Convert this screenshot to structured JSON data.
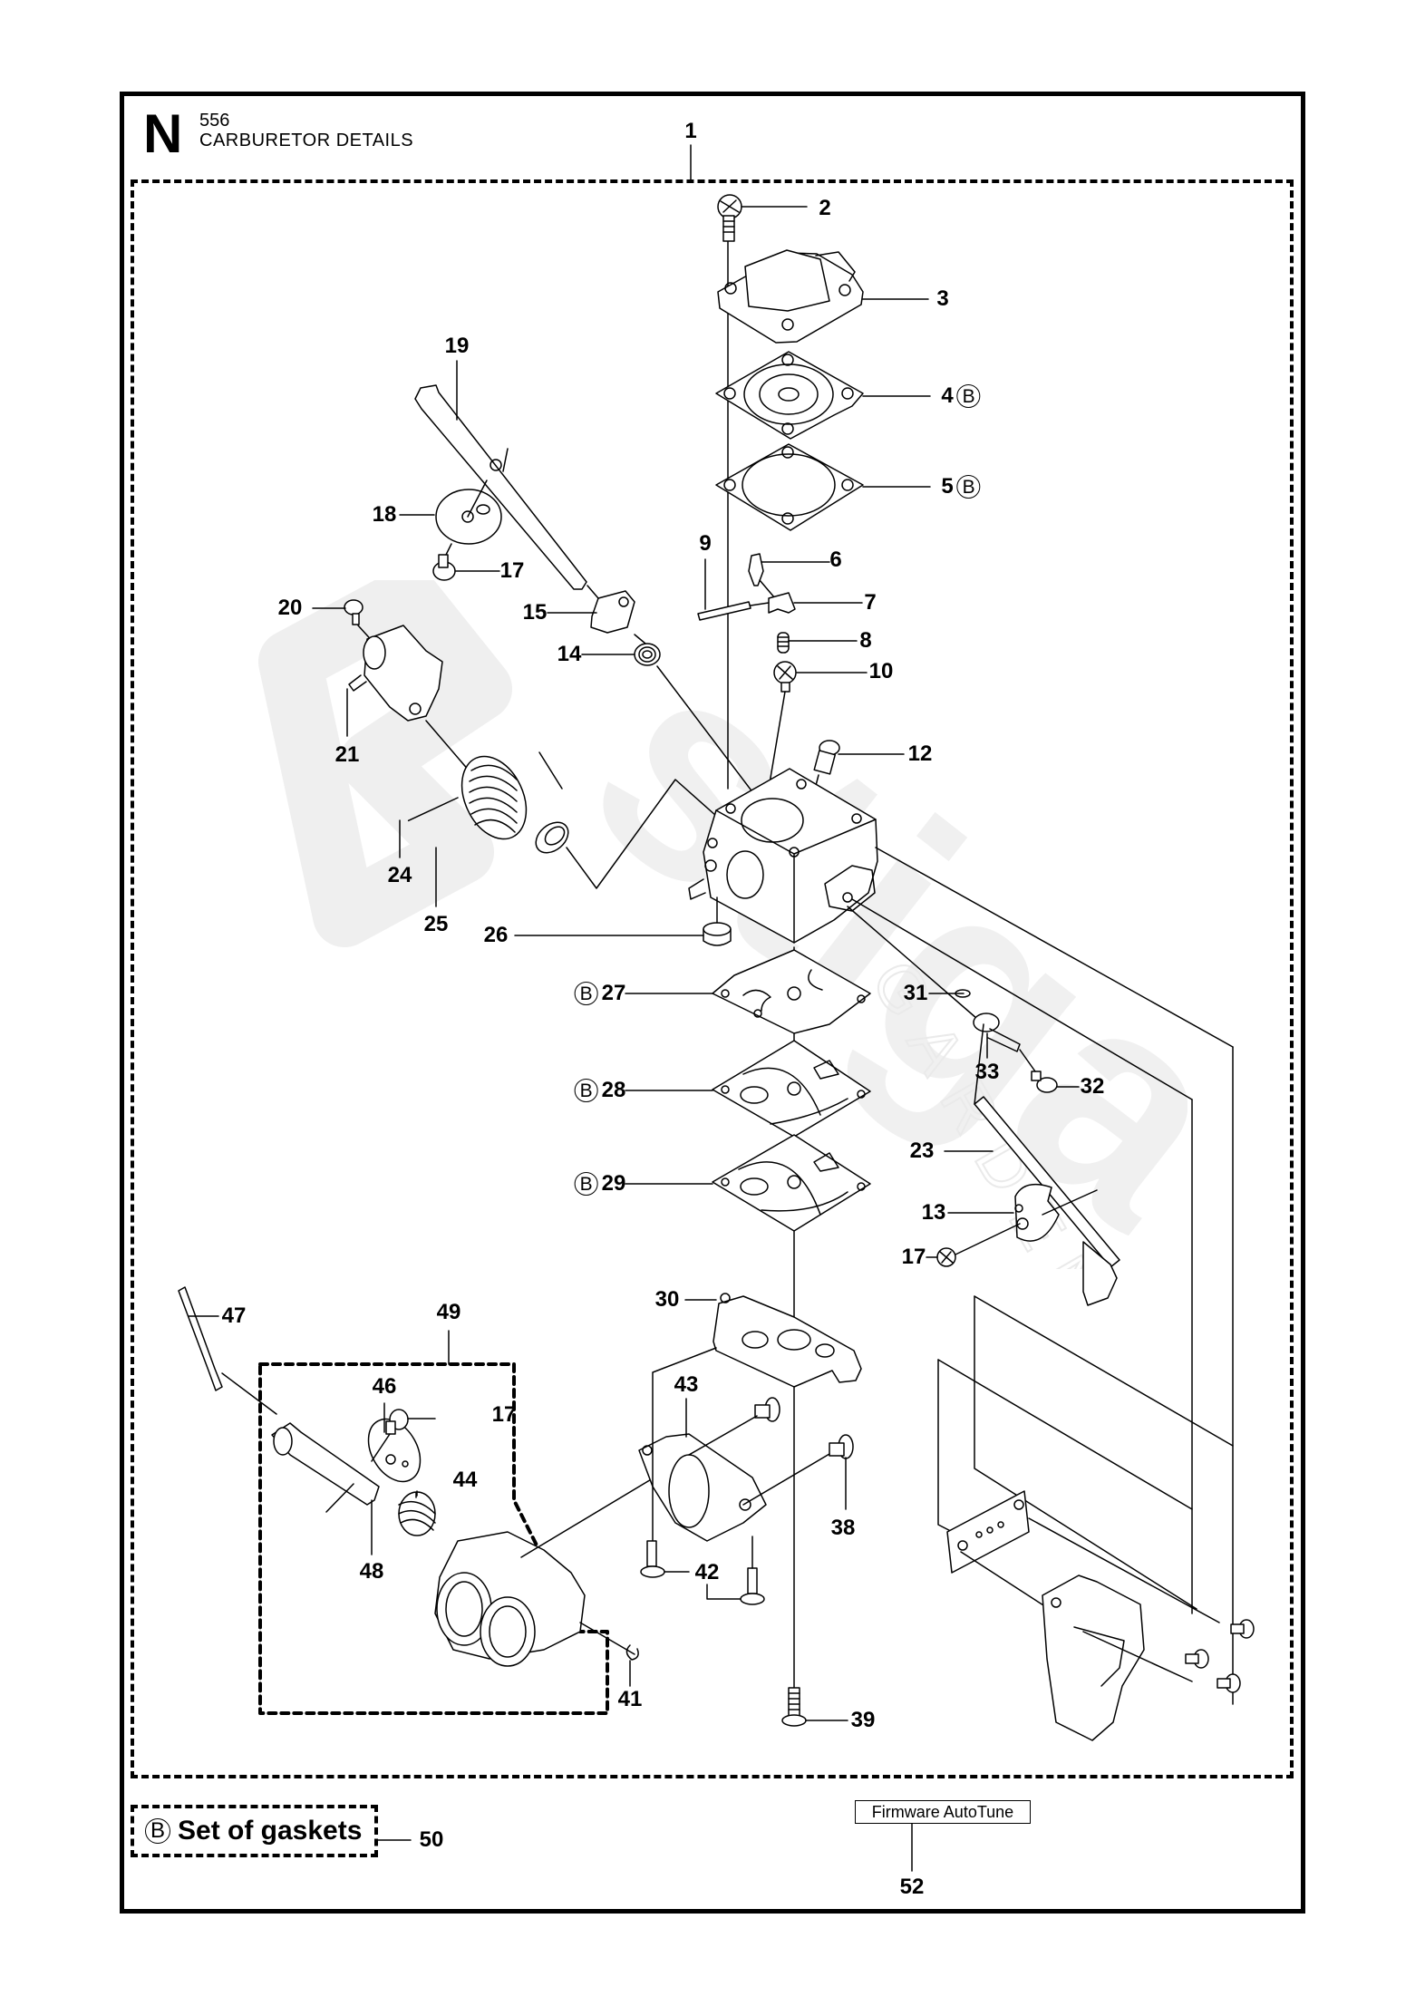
{
  "header": {
    "section_letter": "N",
    "model": "556",
    "title": "CARBURETOR DETAILS"
  },
  "legend": {
    "gasket_marker": "B",
    "gasket_label": "Set of gaskets",
    "gasket_ref": "50",
    "firmware_label": "Firmware AutoTune",
    "firmware_ref": "52"
  },
  "watermark": {
    "text": "stiga",
    "subtext": "GARDEN",
    "color": "#eeeeee"
  },
  "callouts": [
    {
      "id": "1",
      "marker": ""
    },
    {
      "id": "2",
      "marker": ""
    },
    {
      "id": "3",
      "marker": ""
    },
    {
      "id": "4",
      "marker": "B"
    },
    {
      "id": "5",
      "marker": "B"
    },
    {
      "id": "6",
      "marker": ""
    },
    {
      "id": "7",
      "marker": ""
    },
    {
      "id": "8",
      "marker": ""
    },
    {
      "id": "9",
      "marker": ""
    },
    {
      "id": "10",
      "marker": ""
    },
    {
      "id": "12",
      "marker": ""
    },
    {
      "id": "13",
      "marker": ""
    },
    {
      "id": "14",
      "marker": ""
    },
    {
      "id": "15",
      "marker": ""
    },
    {
      "id": "17",
      "marker": ""
    },
    {
      "id": "17",
      "marker": ""
    },
    {
      "id": "17",
      "marker": ""
    },
    {
      "id": "18",
      "marker": ""
    },
    {
      "id": "19",
      "marker": ""
    },
    {
      "id": "20",
      "marker": ""
    },
    {
      "id": "21",
      "marker": ""
    },
    {
      "id": "23",
      "marker": ""
    },
    {
      "id": "24",
      "marker": ""
    },
    {
      "id": "25",
      "marker": ""
    },
    {
      "id": "26",
      "marker": ""
    },
    {
      "id": "27",
      "marker": "B"
    },
    {
      "id": "28",
      "marker": "B"
    },
    {
      "id": "29",
      "marker": "B"
    },
    {
      "id": "30",
      "marker": ""
    },
    {
      "id": "31",
      "marker": ""
    },
    {
      "id": "32",
      "marker": ""
    },
    {
      "id": "33",
      "marker": ""
    },
    {
      "id": "38",
      "marker": ""
    },
    {
      "id": "39",
      "marker": ""
    },
    {
      "id": "41",
      "marker": ""
    },
    {
      "id": "42",
      "marker": ""
    },
    {
      "id": "43",
      "marker": ""
    },
    {
      "id": "44",
      "marker": ""
    },
    {
      "id": "46",
      "marker": ""
    },
    {
      "id": "47",
      "marker": ""
    },
    {
      "id": "48",
      "marker": ""
    },
    {
      "id": "49",
      "marker": ""
    }
  ]
}
